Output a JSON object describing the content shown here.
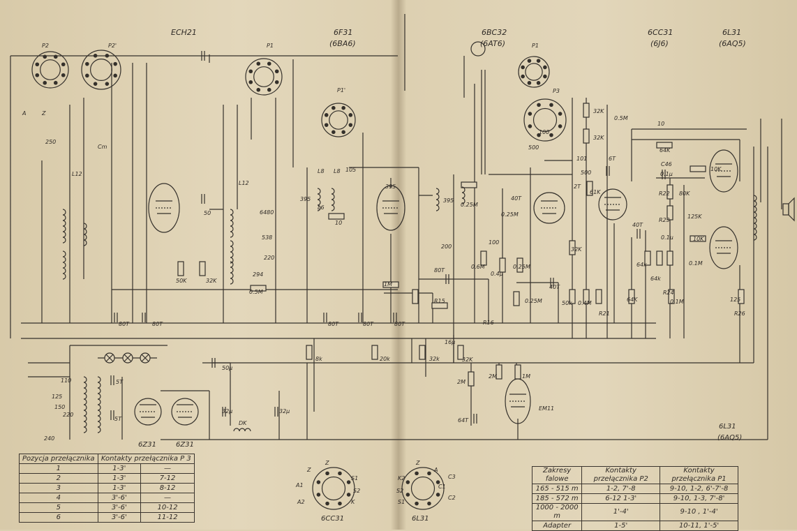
{
  "tubes_top": {
    "ech21": "ECH21",
    "f31": "6F31",
    "f31_alt": "(6BA6)",
    "bc32": "6BC32",
    "bc32_alt": "(6AT6)",
    "cc31": "6CC31",
    "cc31_alt": "(6J6)",
    "l31": "6L31",
    "l31_alt": "(6AQ5)"
  },
  "labels": [
    "P2",
    "P2'",
    "P1",
    "P1'",
    "P1",
    "P3",
    "A",
    "Z",
    "250",
    "Cm",
    "L12",
    "L12",
    "L8",
    "L8",
    "L6",
    "10",
    "105",
    "395",
    "50",
    "6480",
    "538",
    "220",
    "294",
    "0.5M",
    "50K",
    "32K",
    "80T",
    "80T",
    "80T",
    "80T",
    "80T",
    "395",
    "395",
    "0.25M",
    "200",
    "100",
    "0.25M",
    "40T",
    "80T",
    "0.6M",
    "0.25M",
    "0.4μ",
    "40T",
    "1M",
    "R15",
    "0.25M",
    "R16",
    "50k",
    "0.4M",
    "R21",
    "64K",
    "32K",
    "61K",
    "2T",
    "101",
    "500",
    "6T",
    "32K",
    "32K",
    "0.5M",
    "100",
    "500",
    "10",
    "64K",
    "C46",
    "0.1μ",
    "10K",
    "80K",
    "R22",
    "125K",
    "R23",
    "40T",
    "0.1μ",
    "10K",
    "0.1M",
    "64k",
    "64k",
    "R24",
    "0.1M",
    "125",
    "R26",
    "8k",
    "20k",
    "32k",
    "16μ",
    "32K",
    "2M",
    "2M",
    "1M",
    "EM11",
    "64T",
    "50μ",
    "32μ",
    "32μ",
    "DK",
    "5T",
    "5T",
    "110",
    "125",
    "150",
    "220",
    "240",
    "6Z31",
    "6Z31",
    "6L31",
    "(6AQ5)",
    "6CC31",
    "6L31",
    "Z",
    "Z",
    "S1",
    "S2",
    "K",
    "A2",
    "A1",
    "Z",
    "A",
    "K2",
    "S2",
    "S1",
    "C1",
    "C2",
    "C3"
  ],
  "table_left": {
    "header": [
      "Pozycja przełącznika",
      "Kontakty przełącznika P 3"
    ],
    "rows": [
      [
        "1",
        "1-3'",
        "—"
      ],
      [
        "2",
        "1-3'",
        "7-12"
      ],
      [
        "3",
        "1-3'",
        "8-12"
      ],
      [
        "4",
        "3'-6'",
        "—"
      ],
      [
        "5",
        "3'-6'",
        "10-12"
      ],
      [
        "6",
        "3'-6'",
        "11-12"
      ]
    ]
  },
  "table_right": {
    "header": [
      "Zakresy falowe",
      "Kontakty przełącznika P2",
      "Kontakty przełącznika P1"
    ],
    "rows": [
      [
        "165 - 515 m",
        "1-2, 7'-8",
        "9-10, 1-2, 6'-7'-8"
      ],
      [
        "185 - 572 m",
        "6-12  1-3'",
        "9-10, 1-3, 7'-8'"
      ],
      [
        "1000 - 2000 m",
        "1'-4'",
        "9-10 , 1'-4'"
      ],
      [
        "Adapter",
        "1-5'",
        "10-11, 1'-5'"
      ]
    ]
  }
}
